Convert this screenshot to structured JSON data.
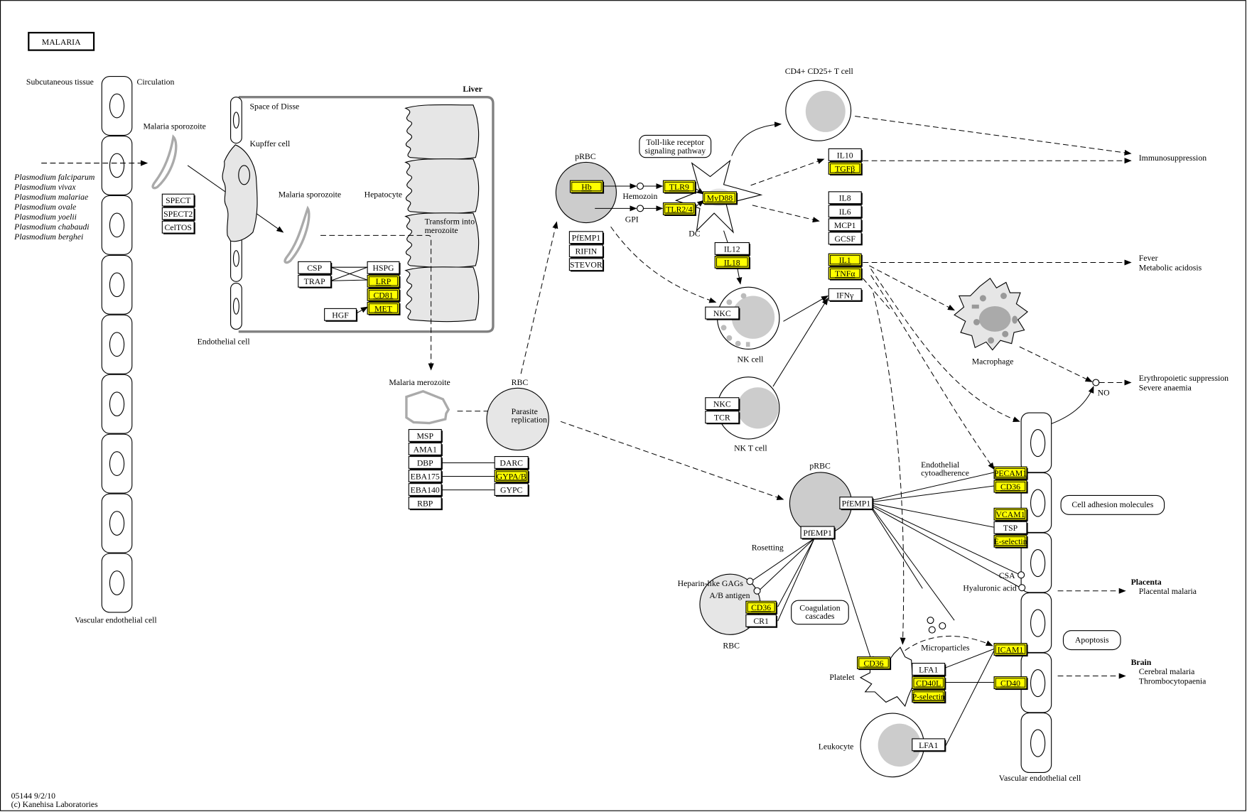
{
  "title": "MALARIA",
  "footer": {
    "map_id": "05144 9/2/10",
    "copyright": "(c) Kanehisa Laboratories"
  },
  "colors": {
    "highlight": "#ffff00",
    "cell_fill": "#cccccc",
    "light_cell_fill": "#e6e6e6",
    "liver_border": "#808080"
  },
  "labels": {
    "subcutaneous": "Subcutaneous tissue",
    "circulation": "Circulation",
    "sporozoite1": "Malaria sporozoite",
    "sporozoite2": "Malaria sporozoite",
    "space_disse": "Space of Disse",
    "kupffer": "Kupffer cell",
    "hepatocyte": "Hepatocyte",
    "transform1": "Transform into",
    "transform2": "merozoite",
    "liver": "Liver",
    "endothelial": "Endothelial cell",
    "vascular_left": "Vascular endothelial cell",
    "merozoite": "Malaria merozoite",
    "rbc1": "RBC",
    "parasite1": "Parasite",
    "parasite2": "replication",
    "prbc1": "pRBC",
    "hemozoin": "Hemozoin",
    "gpi": "GPI",
    "dc": "DC",
    "tcell": "CD4+ CD25+ T cell",
    "nkcell": "NK cell",
    "nktcell": "NK T cell",
    "macrophage": "Macrophage",
    "no": "NO",
    "prbc2": "pRBC",
    "rosetting": "Rosetting",
    "heparin": "Heparin-like GAGs",
    "ab_antigen": "A/B antigen",
    "rbc2": "RBC",
    "endo_cyto1": "Endothelial",
    "endo_cyto2": "cytoadherence",
    "csa": "CSA",
    "hyaluronic": "Hyaluronic acid",
    "microparticles": "Microparticles",
    "platelet": "Platelet",
    "leukocyte": "Leukocyte",
    "vascular_right": "Vascular endothelial cell"
  },
  "species": [
    "Plasmodium falciparum",
    "Plasmodium vivax",
    "Plasmodium malariae",
    "Plasmodium ovale",
    "Plasmodium yoelii",
    "Plasmodium chabaudi",
    "Plasmodium berghei"
  ],
  "outcomes": {
    "immuno": "Immunosuppression",
    "fever": "Fever",
    "acidosis": "Metabolic acidosis",
    "erythro": "Erythropoietic suppression",
    "anaemia": "Severe anaemia",
    "placenta": "Placenta",
    "placental": "Placental malaria",
    "brain": "Brain",
    "cerebral": "Cerebral malaria",
    "thrombo": "Thrombocytopaenia"
  },
  "pathway_links": {
    "tlr": [
      "Toll-like receptor",
      "signaling pathway"
    ],
    "cam": "Cell adhesion molecules",
    "coag": [
      "Coagulation",
      "cascades"
    ],
    "apoptosis": "Apoptosis"
  },
  "genes": {
    "spect": {
      "label": "SPECT",
      "hl": false
    },
    "spect2": {
      "label": "SPECT2",
      "hl": false
    },
    "celtos": {
      "label": "CelTOS",
      "hl": false
    },
    "csp": {
      "label": "CSP",
      "hl": false
    },
    "trap": {
      "label": "TRAP",
      "hl": false
    },
    "hspg": {
      "label": "HSPG",
      "hl": false
    },
    "lrp": {
      "label": "LRP",
      "hl": true
    },
    "cd81": {
      "label": "CD81",
      "hl": true
    },
    "met": {
      "label": "MET",
      "hl": true
    },
    "hgf": {
      "label": "HGF",
      "hl": false
    },
    "msp": {
      "label": "MSP",
      "hl": false
    },
    "ama1": {
      "label": "AMA1",
      "hl": false
    },
    "dbp": {
      "label": "DBP",
      "hl": false
    },
    "eba175": {
      "label": "EBA175",
      "hl": false
    },
    "eba140": {
      "label": "EBA140",
      "hl": false
    },
    "rbp": {
      "label": "RBP",
      "hl": false
    },
    "darc": {
      "label": "DARC",
      "hl": false
    },
    "gypab": {
      "label": "GYPA/B",
      "hl": true
    },
    "gypc": {
      "label": "GYPC",
      "hl": false
    },
    "hb": {
      "label": "Hb",
      "hl": true
    },
    "pfemp1a": {
      "label": "PfEMP1",
      "hl": false
    },
    "rifin": {
      "label": "RIFIN",
      "hl": false
    },
    "stevor": {
      "label": "STEVOR",
      "hl": false
    },
    "tlr9": {
      "label": "TLR9",
      "hl": true
    },
    "tlr24": {
      "label": "TLR2/4",
      "hl": true
    },
    "myd88": {
      "label": "MyD88",
      "hl": true
    },
    "il12": {
      "label": "IL12",
      "hl": false
    },
    "il18": {
      "label": "IL18",
      "hl": true
    },
    "il10": {
      "label": "IL10",
      "hl": false
    },
    "tgfb": {
      "label": "TGFβ",
      "hl": true
    },
    "il8": {
      "label": "IL8",
      "hl": false
    },
    "il6": {
      "label": "IL6",
      "hl": false
    },
    "mcp1": {
      "label": "MCP1",
      "hl": false
    },
    "gcsf": {
      "label": "GCSF",
      "hl": false
    },
    "il1": {
      "label": "IL1",
      "hl": true
    },
    "tnfa": {
      "label": "TNFα",
      "hl": true
    },
    "ifng": {
      "label": "IFNγ",
      "hl": false
    },
    "nkc1": {
      "label": "NKC",
      "hl": false
    },
    "nkc2": {
      "label": "NKC",
      "hl": false
    },
    "tcr": {
      "label": "TCR",
      "hl": false
    },
    "pfemp1b": {
      "label": "PfEMP1",
      "hl": false
    },
    "pfemp1c": {
      "label": "PfEMP1",
      "hl": false
    },
    "cd36a": {
      "label": "CD36",
      "hl": true
    },
    "cr1": {
      "label": "CR1",
      "hl": false
    },
    "pecam1": {
      "label": "PECAM1",
      "hl": true
    },
    "cd36b": {
      "label": "CD36",
      "hl": true
    },
    "vcam1": {
      "label": "VCAM1",
      "hl": true
    },
    "tsp": {
      "label": "TSP",
      "hl": false
    },
    "eselectin": {
      "label": "E-selectin",
      "hl": true
    },
    "icam1": {
      "label": "ICAM1",
      "hl": true
    },
    "cd40": {
      "label": "CD40",
      "hl": true
    },
    "cd36c": {
      "label": "CD36",
      "hl": true
    },
    "lfa1a": {
      "label": "LFA1",
      "hl": false
    },
    "cd40l": {
      "label": "CD40L",
      "hl": true
    },
    "pselectin": {
      "label": "P-selectin",
      "hl": true
    },
    "lfa1b": {
      "label": "LFA1",
      "hl": false
    }
  }
}
